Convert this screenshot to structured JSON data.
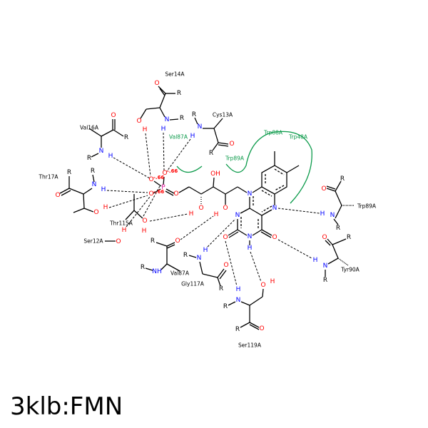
{
  "title": "3klb:FMN",
  "atom_labels": {
    "O": "O",
    "N": "N",
    "H": "H",
    "R": "R",
    "P": "P",
    "NH": "NH",
    "OH": "OH",
    "charge": "-.66"
  },
  "residues": {
    "ser14": "Ser14A",
    "val16": "Val16A",
    "cys13": "Cys13A",
    "val87_top": "Val87A",
    "thr17": "Thr17A",
    "thr115": "Thr115A",
    "ser12": "Ser12A",
    "val87": "Val87A",
    "gly117": "Gly117A",
    "ser119": "Ser119A",
    "tyr90": "Tyr90A",
    "trp89": "Trp89A",
    "trp89_arc": "Trp89A",
    "trp88": "Trp88A",
    "trp48": "Trp48A"
  },
  "colors": {
    "oxygen": "#ff0000",
    "nitrogen": "#0000ff",
    "phosphorus": "#e0109a",
    "hydrophobic": "#0b9a4a"
  }
}
